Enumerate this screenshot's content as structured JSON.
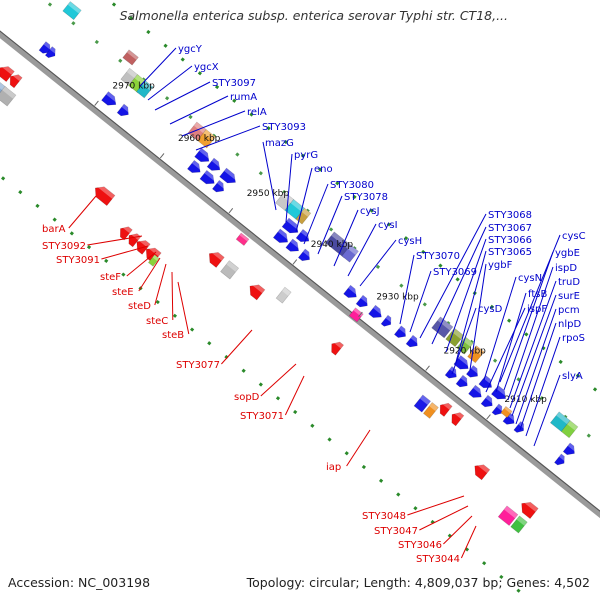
{
  "header": {
    "title": "Salmonella enterica subsp. enterica serovar Typhi str. CT18,..."
  },
  "footer": {
    "accession": "Accession: NC_003198",
    "topology": "Topology: circular; Length: 4,809,037 bp; Genes: 4,502"
  },
  "colors": {
    "backbone": "#9a9a9a",
    "forward_label": "#0000cc",
    "reverse_label": "#dd0000",
    "forward_feature": "#1414e6",
    "reverse_feature": "#ee1111",
    "gc_tick": "#2a8a2a"
  },
  "map": {
    "ruler_ticks": [
      {
        "label": "2970 kbp"
      },
      {
        "label": "2960 kbp"
      },
      {
        "label": "2950 kbp"
      },
      {
        "label": "2940 kbp"
      },
      {
        "label": "2930 kbp"
      },
      {
        "label": "2920 kbp"
      },
      {
        "label": "2910 kbp"
      }
    ],
    "forward_genes": [
      {
        "label": "ygcY"
      },
      {
        "label": "ygcX"
      },
      {
        "label": "STY3097"
      },
      {
        "label": "rumA"
      },
      {
        "label": "relA"
      },
      {
        "label": "STY3093"
      },
      {
        "label": "mazG"
      },
      {
        "label": "pyrG"
      },
      {
        "label": "eno"
      },
      {
        "label": "STY3080"
      },
      {
        "label": "STY3078"
      },
      {
        "label": "cysJ"
      },
      {
        "label": "cysI"
      },
      {
        "label": "cysH"
      },
      {
        "label": "STY3070"
      },
      {
        "label": "STY3069"
      },
      {
        "label": "STY3068"
      },
      {
        "label": "STY3067"
      },
      {
        "label": "STY3066"
      },
      {
        "label": "STY3065"
      },
      {
        "label": "ygbF"
      },
      {
        "label": "cysD"
      },
      {
        "label": "cysN"
      },
      {
        "label": "ispF"
      },
      {
        "label": "ftsB"
      },
      {
        "label": "cysC"
      },
      {
        "label": "ygbE"
      },
      {
        "label": "ispD"
      },
      {
        "label": "truD"
      },
      {
        "label": "surE"
      },
      {
        "label": "pcm"
      },
      {
        "label": "nlpD"
      },
      {
        "label": "rpoS"
      },
      {
        "label": "slyA"
      }
    ],
    "reverse_genes": [
      {
        "label": "barA"
      },
      {
        "label": "STY3092"
      },
      {
        "label": "STY3091"
      },
      {
        "label": "steF"
      },
      {
        "label": "steE"
      },
      {
        "label": "steD"
      },
      {
        "label": "steC"
      },
      {
        "label": "steB"
      },
      {
        "label": "STY3077"
      },
      {
        "label": "sopD"
      },
      {
        "label": "STY3071"
      },
      {
        "label": "iap"
      },
      {
        "label": "STY3048"
      },
      {
        "label": "STY3047"
      },
      {
        "label": "STY3046"
      },
      {
        "label": "STY3044"
      }
    ]
  }
}
